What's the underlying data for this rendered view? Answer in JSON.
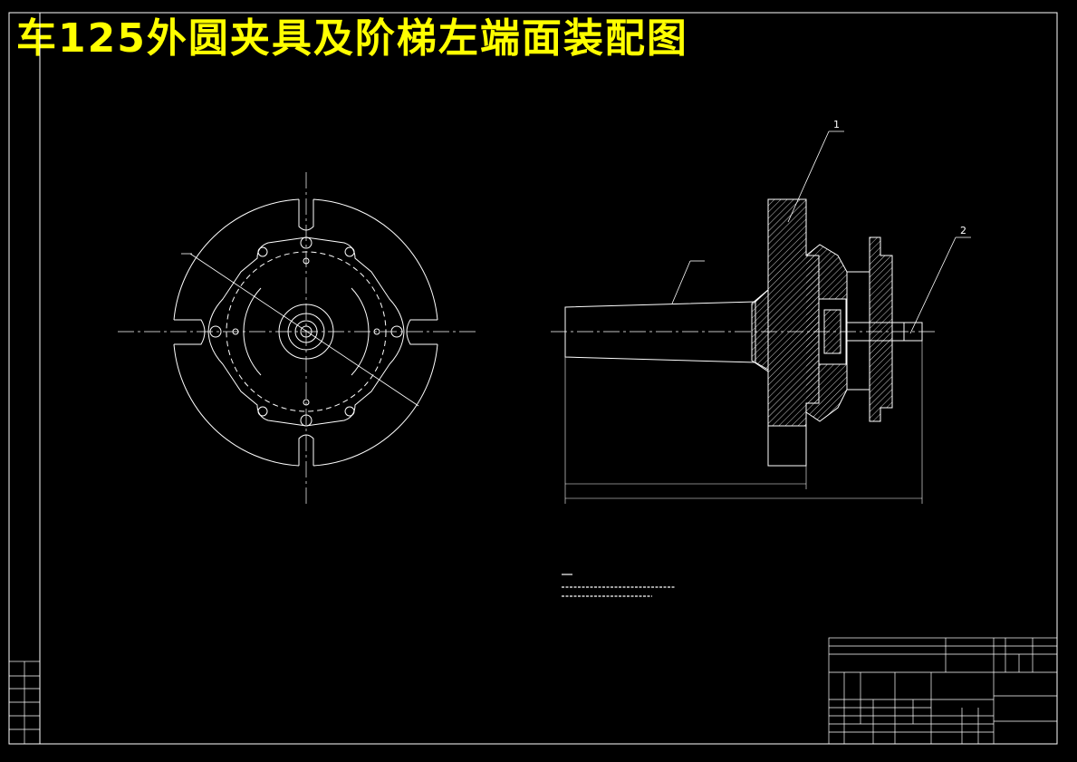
{
  "title": "车125外圆夹具及阶梯左端面装配图",
  "colors": {
    "background": "#000000",
    "lines": "#ffffff",
    "title": "#ffff00"
  },
  "balloons": {
    "part1": "1",
    "part2": "2"
  }
}
